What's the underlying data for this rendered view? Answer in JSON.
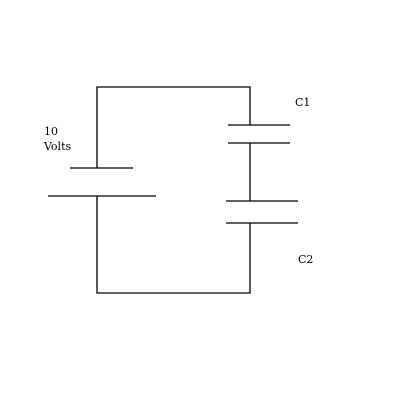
{
  "battery": {
    "label_line1": "10",
    "label_line2": "Volts"
  },
  "capacitors": [
    {
      "label": "C1"
    },
    {
      "label": "C2"
    }
  ],
  "colors": {
    "line": "#000000",
    "background": "#ffffff"
  }
}
